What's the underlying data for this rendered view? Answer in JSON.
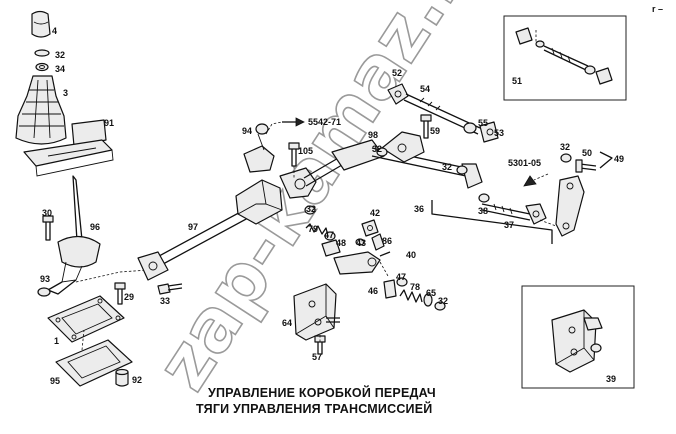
{
  "title": {
    "line1": "УПРАВЛЕНИЕ КОРОБКОЙ ПЕРЕДАЧ",
    "line2": "ТЯГИ УПРАВЛЕНИЯ ТРАНСМИССИЕЙ"
  },
  "watermark": "zap-kamaz.ru",
  "corner_mark": "r –",
  "refs": {
    "left": "5542-71",
    "right": "5301-05"
  },
  "callouts": {
    "c4": "4",
    "c32a": "32",
    "c34": "34",
    "c3": "3",
    "c91": "91",
    "c30": "30",
    "c96": "96",
    "c93": "93",
    "c29": "29",
    "c33": "33",
    "c1": "1",
    "c95": "95",
    "c92": "92",
    "c97": "97",
    "c94": "94",
    "c105": "105",
    "c32b": "32",
    "c79": "79",
    "c47a": "47",
    "c48": "48",
    "c42": "42",
    "c43": "43",
    "c86": "86",
    "c40": "40",
    "c47b": "47",
    "c78": "78",
    "c65": "65",
    "c46": "46",
    "c32c": "32",
    "c64": "64",
    "c57": "57",
    "c52": "52",
    "c54": "54",
    "c98": "98",
    "c59": "59",
    "c55": "55",
    "c53": "53",
    "c32d": "32",
    "c32e": "32",
    "c36": "36",
    "c38": "38",
    "c37": "37",
    "c32f": "32",
    "c50": "50",
    "c49": "49",
    "c51": "51",
    "c39": "39"
  }
}
